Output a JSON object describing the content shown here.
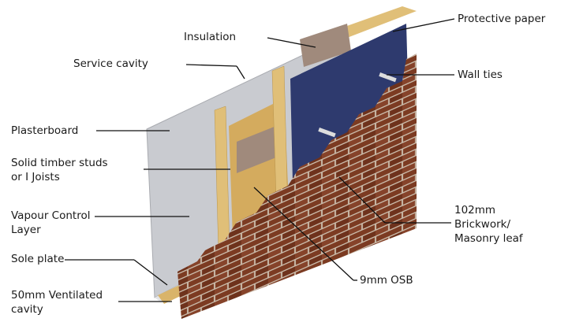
{
  "labels": {
    "insulation": "Insulation",
    "protective_paper": "Protective paper",
    "service_cavity": "Service cavity",
    "wall_ties": "Wall ties",
    "plasterboard": "Plasterboard",
    "studs_1": "Solid timber studs",
    "studs_2": "or I Joists",
    "vcl_1": "Vapour Control",
    "vcl_2": "Layer",
    "brick_1": "102mm",
    "brick_2": "Brickwork/",
    "brick_3": "Masonry leaf",
    "sole_plate": "Sole plate",
    "osb": "9mm OSB",
    "vent_1": "50mm Ventilated",
    "vent_2": "cavity"
  },
  "colors": {
    "plasterboard": "#c9cbd0",
    "timber": "#d9b46a",
    "paper": "#2e3a6e",
    "brick": "#7c3b22",
    "mortar": "#c9b9a8"
  }
}
